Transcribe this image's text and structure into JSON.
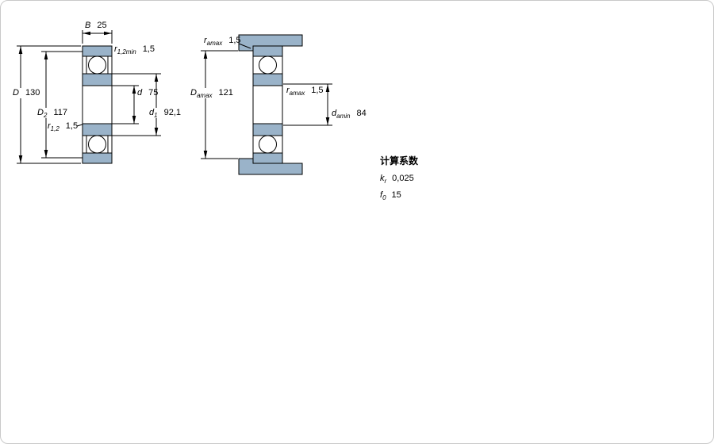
{
  "drawing": {
    "colors": {
      "ring_fill": "#9ab3c9",
      "line": "#000000"
    },
    "left_view": {
      "dims": {
        "B": {
          "base": "B",
          "sub": "",
          "value": "25"
        },
        "r12min": {
          "base": "r",
          "sub": "1,2min",
          "value": "1,5"
        },
        "D": {
          "base": "D",
          "sub": "",
          "value": "130"
        },
        "D2": {
          "base": "D",
          "sub": "2",
          "value": "117"
        },
        "r12": {
          "base": "r",
          "sub": "1,2",
          "value": "1,5"
        },
        "d": {
          "base": "d",
          "sub": "",
          "value": "75"
        },
        "d1": {
          "base": "d",
          "sub": "1",
          "value": "92,1"
        }
      }
    },
    "right_view": {
      "dims": {
        "ra_top": {
          "base": "r",
          "sub": "amax",
          "value": "1,5"
        },
        "Da": {
          "base": "D",
          "sub": "amax",
          "value": "121"
        },
        "ra_mid": {
          "base": "r",
          "sub": "amax",
          "value": "1,5"
        },
        "da": {
          "base": "d",
          "sub": "amin",
          "value": "84"
        }
      }
    },
    "factors": {
      "title": "计算系数",
      "rows": [
        {
          "base": "k",
          "sub": "r",
          "value": "0,025"
        },
        {
          "base": "f",
          "sub": "0",
          "value": "15"
        }
      ]
    }
  }
}
